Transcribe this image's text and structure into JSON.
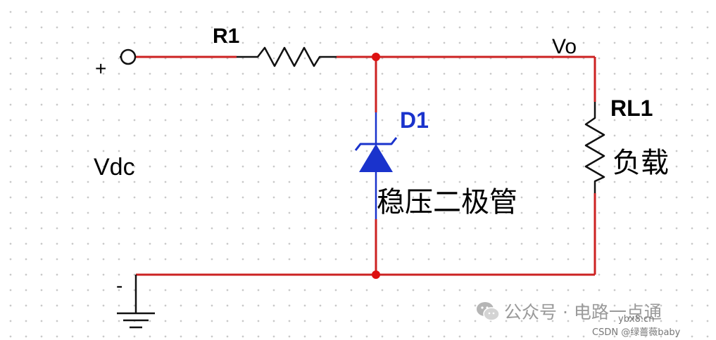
{
  "labels": {
    "r1": "R1",
    "vo": "Vo",
    "plus": "+",
    "vdc": "Vdc",
    "d1": "D1",
    "zener_caption": "稳压二极管",
    "rl1": "RL1",
    "load_caption": "负载",
    "minus": "-"
  },
  "watermark": {
    "account": "公众号 · 电路一点通",
    "site": "ybx8.cn",
    "csdn": "CSDN @绿蔷薇baby"
  },
  "colors": {
    "wire": "#cc2222",
    "node": "#dd1111",
    "component": "#111111",
    "diode": "#1a33cc",
    "text": "#000000"
  }
}
